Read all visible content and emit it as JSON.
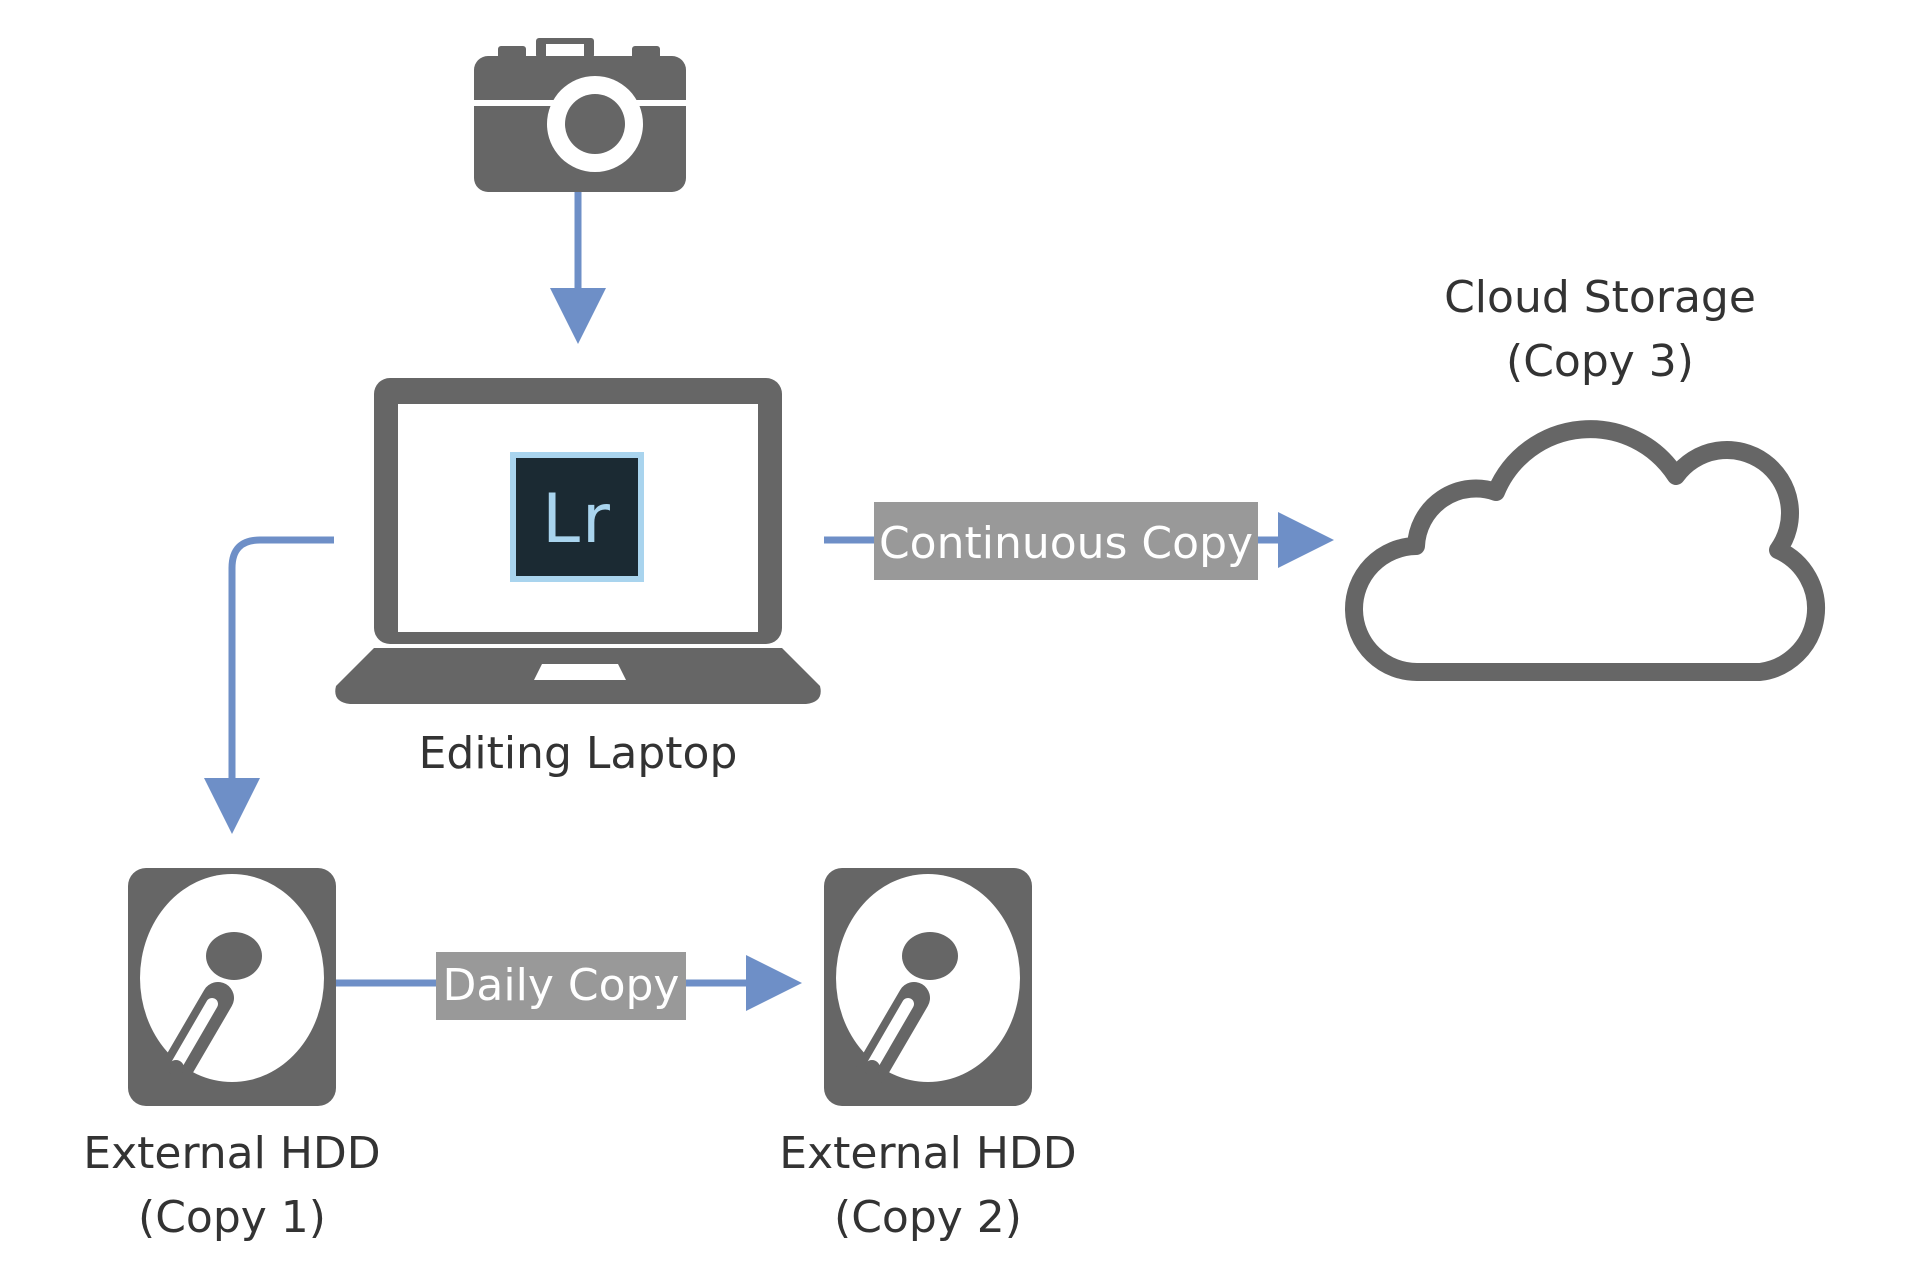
{
  "nodes": {
    "camera": {
      "icon": "camera-icon"
    },
    "laptop": {
      "icon": "laptop-icon",
      "app_icon": "lightroom-icon",
      "app_icon_text": "Lr",
      "label": "Editing Laptop"
    },
    "cloud": {
      "icon": "cloud-icon",
      "label_line1": "Cloud Storage",
      "label_line2": "(Copy 3)"
    },
    "hdd1": {
      "icon": "hard-drive-icon",
      "label_line1": "External HDD",
      "label_line2": "(Copy 1)"
    },
    "hdd2": {
      "icon": "hard-drive-icon",
      "label_line1": "External HDD",
      "label_line2": "(Copy 2)"
    }
  },
  "edges": {
    "laptop_to_cloud": {
      "label": "Continuous Copy"
    },
    "hdd1_to_hdd2": {
      "label": "Daily Copy"
    }
  },
  "colors": {
    "icon": "#666666",
    "arrow": "#6e8fc7",
    "tag_background": "#999999",
    "lr_background": "#1b2a33",
    "lr_text": "#a9d4ee"
  }
}
